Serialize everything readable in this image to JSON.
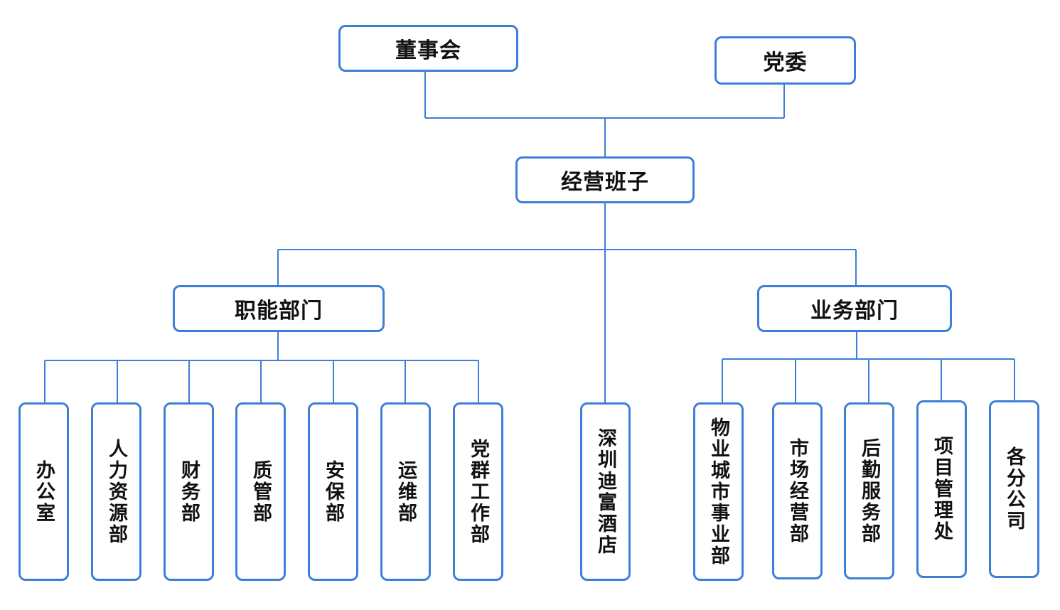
{
  "diagram": {
    "line_color": "#3d7fd6",
    "border_color": "#3d7fd6",
    "top_level": {
      "board": "董事会",
      "party_committee": "党委"
    },
    "management": "经营班子",
    "functional": {
      "label": "职能部门",
      "units": [
        "办公室",
        "人力资源部",
        "财务部",
        "质管部",
        "安保部",
        "运维部",
        "党群工作部"
      ]
    },
    "hotel": "深圳迪富酒店",
    "business": {
      "label": "业务部门",
      "units": [
        "物业城市事业部",
        "市场经营部",
        "后勤服务部",
        "项目管理处",
        "各分公司"
      ]
    }
  }
}
